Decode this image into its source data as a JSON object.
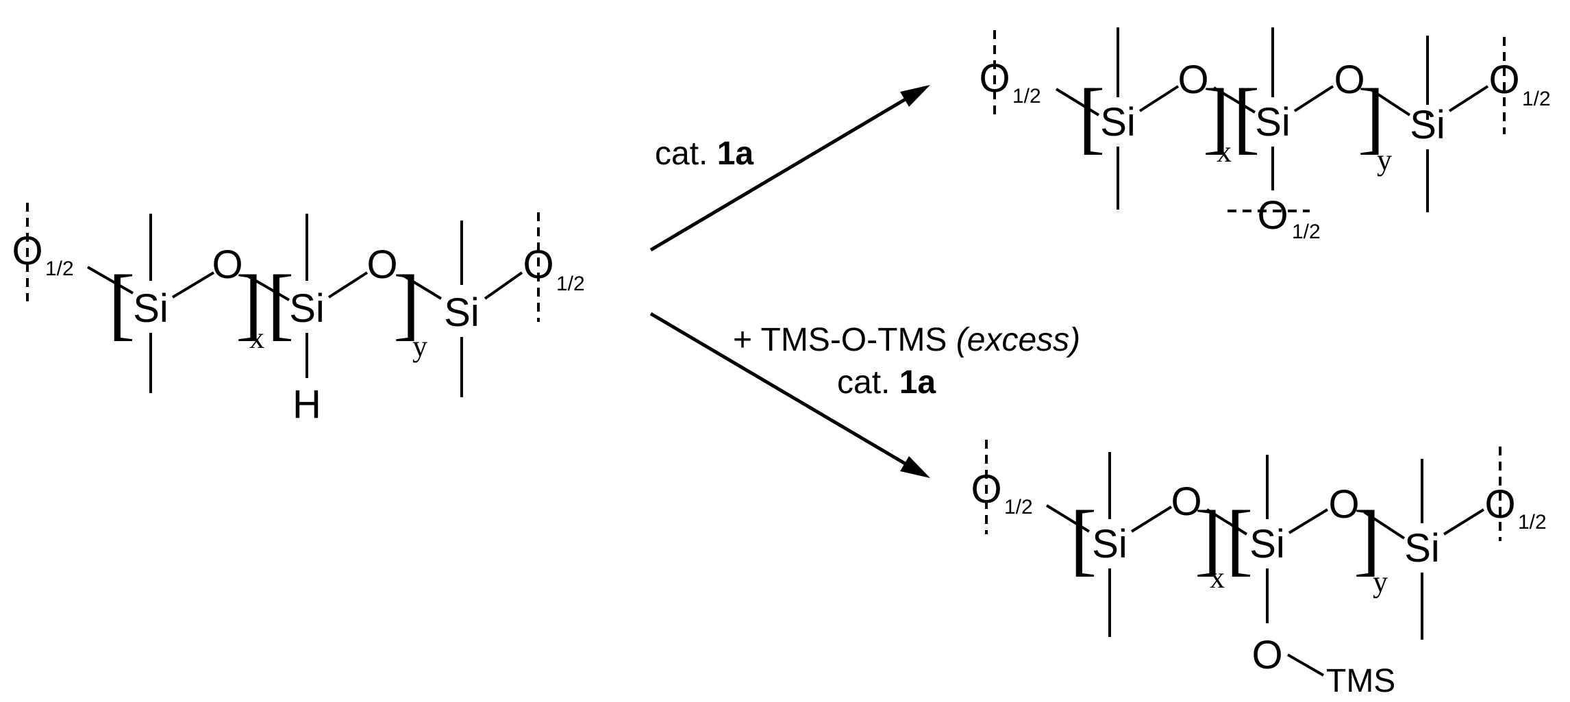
{
  "atoms": {
    "si": "Si",
    "o": "O",
    "h": "H",
    "half": "1/2",
    "idx_x": "x",
    "idx_y": "y",
    "bracket_open": "[",
    "bracket_close": "]",
    "tms": "TMS"
  },
  "top_arrow": {
    "cat_text": "cat. ",
    "cat_bold": "1a"
  },
  "bottom_arrow": {
    "reagent": "+ TMS-O-TMS ",
    "reagent_note": "(excess)",
    "cat_text": "cat. ",
    "cat_bold": "1a"
  }
}
